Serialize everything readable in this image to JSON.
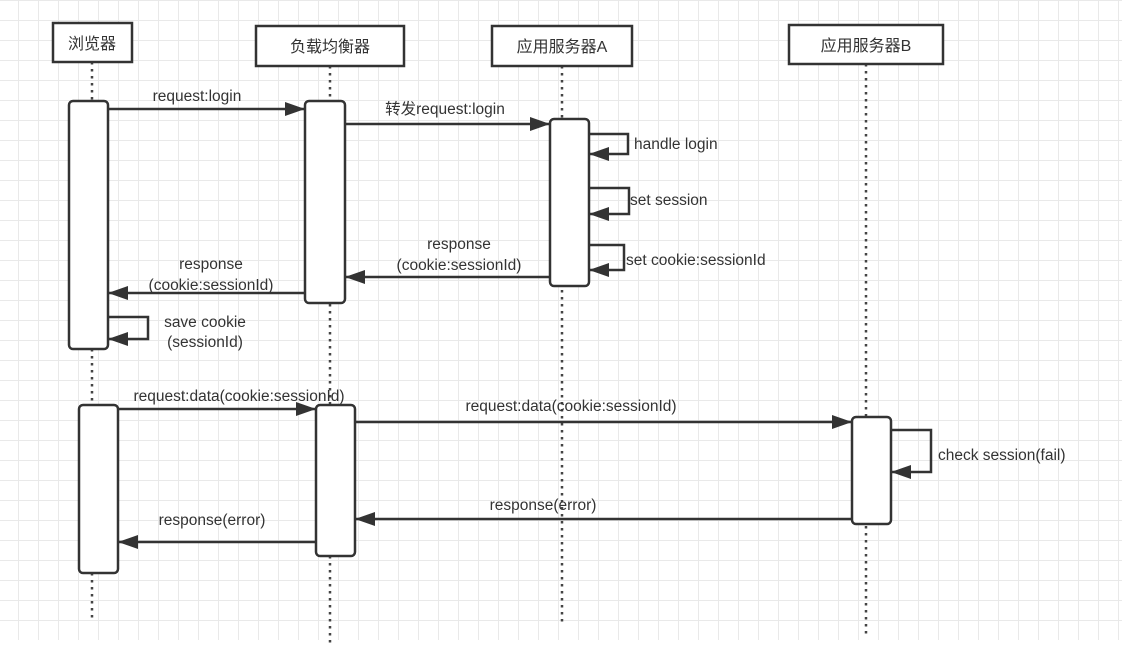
{
  "diagram": {
    "type": "sequence",
    "participants": [
      {
        "id": "browser",
        "label": "浏览器"
      },
      {
        "id": "lb",
        "label": "负载均衡器"
      },
      {
        "id": "serverA",
        "label": "应用服务器A"
      },
      {
        "id": "serverB",
        "label": "应用服务器B"
      }
    ],
    "messages": [
      {
        "from": "browser",
        "to": "lb",
        "label": [
          "request:login"
        ]
      },
      {
        "from": "lb",
        "to": "serverA",
        "label": [
          "转发request:login"
        ]
      },
      {
        "from": "serverA",
        "to": "serverA",
        "label": [
          "handle login"
        ]
      },
      {
        "from": "serverA",
        "to": "serverA",
        "label": [
          "set session"
        ]
      },
      {
        "from": "serverA",
        "to": "serverA",
        "label": [
          "set cookie:sessionId"
        ]
      },
      {
        "from": "serverA",
        "to": "lb",
        "label": [
          "response",
          "(cookie:sessionId)"
        ]
      },
      {
        "from": "lb",
        "to": "browser",
        "label": [
          "response",
          "(cookie:sessionId)"
        ]
      },
      {
        "from": "browser",
        "to": "browser",
        "label": [
          "save cookie",
          "(sessionId)"
        ]
      },
      {
        "from": "browser",
        "to": "lb",
        "label": [
          "request:data(cookie:sessionId)"
        ]
      },
      {
        "from": "lb",
        "to": "serverB",
        "label": [
          "request:data(cookie:sessionId)"
        ]
      },
      {
        "from": "serverB",
        "to": "serverB",
        "label": [
          "check session(fail)"
        ]
      },
      {
        "from": "serverB",
        "to": "lb",
        "label": [
          "response(error)"
        ]
      },
      {
        "from": "lb",
        "to": "browser",
        "label": [
          "response(error)"
        ]
      }
    ]
  }
}
